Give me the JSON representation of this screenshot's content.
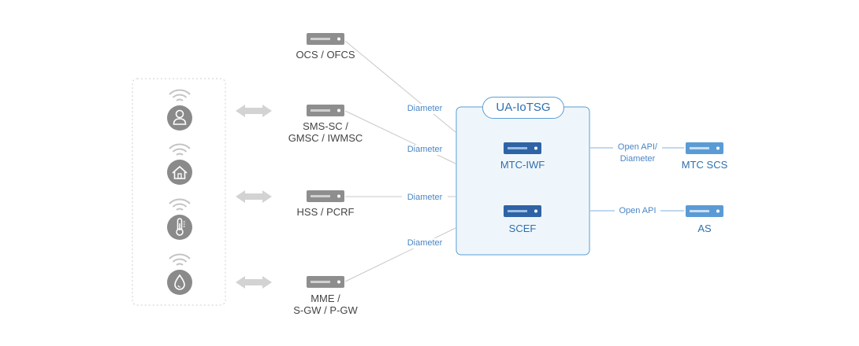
{
  "gateway": {
    "title": "UA-IoTSG"
  },
  "nodes": {
    "ocs": "OCS / OFCS",
    "sms_line1": "SMS-SC /",
    "sms_line2": "GMSC / IWMSC",
    "hss": "HSS / PCRF",
    "mme_line1": "MME /",
    "mme_line2": "S-GW / P-GW",
    "mtc_iwf": "MTC-IWF",
    "scef": "SCEF",
    "mtc_scs": "MTC SCS",
    "as": "AS"
  },
  "edges": {
    "diameter_1": "Diameter",
    "diameter_2": "Diameter",
    "diameter_3": "Diameter",
    "diameter_4": "Diameter",
    "open_api_diameter_1": "Open API/",
    "open_api_diameter_2": "Diameter",
    "open_api": "Open API"
  },
  "devices": [
    "person-icon",
    "home-icon",
    "thermometer-icon",
    "water-drop-icon"
  ],
  "colors": {
    "server_gray": "#8e8e8e",
    "server_dark_blue": "#2e64a6",
    "server_light_blue": "#5b9bd5",
    "gateway_fill": "#eff6fb",
    "gateway_border": "#5a9fd6",
    "arrow_gray": "#d3d3d3",
    "device_circle": "#8a8a8a",
    "line_gray": "#c8c8c8",
    "line_blue": "#7fb0dd"
  }
}
